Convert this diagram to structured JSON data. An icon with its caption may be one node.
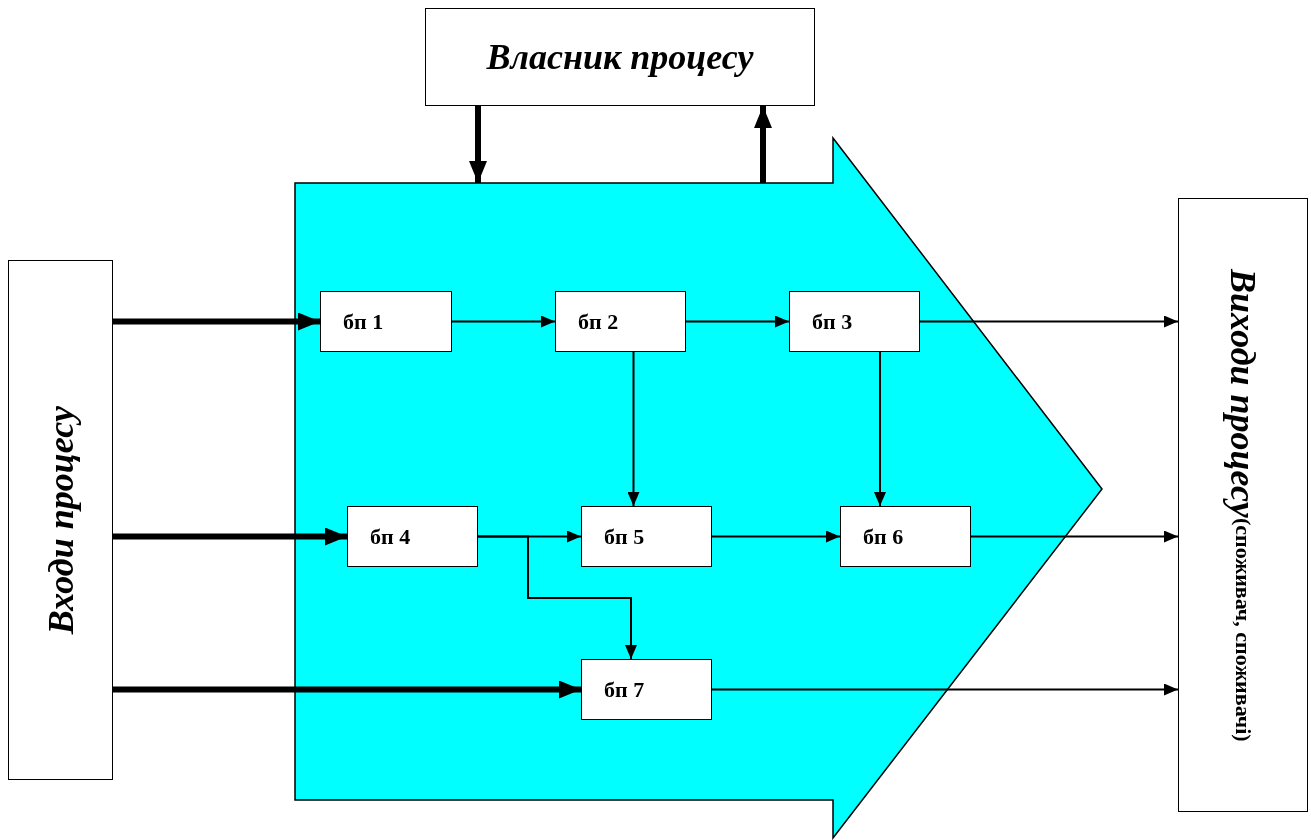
{
  "diagram": {
    "nodes": [
      {
        "text": [
          "Власник процесу"
        ]
      },
      {
        "text": [
          "Входи процесу"
        ]
      },
      {
        "text": [],
        "shape": "arrow"
      },
      {
        "text": [
          "бп 1"
        ],
        "in": 2
      },
      {
        "text": [
          "бп 2"
        ],
        "in": 2
      },
      {
        "text": [
          "бп 3"
        ],
        "in": 2
      },
      {
        "text": [
          "бп 4"
        ],
        "in": 2
      },
      {
        "text": [
          "бп 5"
        ],
        "in": 2
      },
      {
        "text": [
          "бп 6"
        ],
        "in": 2
      },
      {
        "text": [
          "бп 7"
        ],
        "in": 2
      },
      {
        "text": [
          "Виходи процесу",
          "(споживач, споживачі)"
        ]
      }
    ],
    "edges": [
      {
        "from": 0,
        "to": 2,
        "arrow": "to",
        "style": "thick"
      },
      {
        "from": 2,
        "to": 0,
        "arrow": "to",
        "style": "thick"
      },
      {
        "from": 1,
        "to": 3,
        "arrow": "to",
        "style": "thick"
      },
      {
        "from": 1,
        "to": 6,
        "arrow": "to",
        "style": "thick"
      },
      {
        "from": 1,
        "to": 9,
        "arrow": "to",
        "style": "thick"
      },
      {
        "from": 3,
        "to": 4,
        "arrow": "to"
      },
      {
        "from": 4,
        "to": 5,
        "arrow": "to"
      },
      {
        "from": 5,
        "to": 10,
        "arrow": "to"
      },
      {
        "from": 4,
        "to": 7,
        "arrow": "to"
      },
      {
        "from": 5,
        "to": 8,
        "arrow": "to"
      },
      {
        "from": 6,
        "to": 7,
        "arrow": "to"
      },
      {
        "from": 6,
        "to": 9,
        "arrow": "to"
      },
      {
        "from": 7,
        "to": 8,
        "arrow": "to"
      },
      {
        "from": 8,
        "to": 10,
        "arrow": "to"
      },
      {
        "from": 9,
        "to": 10,
        "arrow": "to"
      }
    ]
  }
}
